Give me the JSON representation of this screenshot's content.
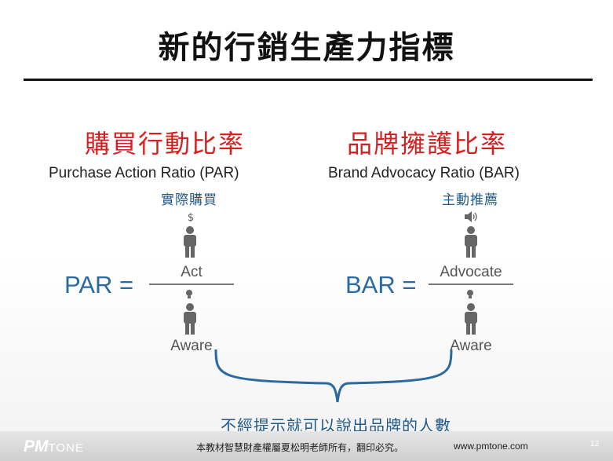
{
  "title": "新的行銷生產力指標",
  "left": {
    "heading": "購買行動比率",
    "subtitle": "Purchase Action Ratio (PAR)",
    "note": "實際購買",
    "numerator_icon": "dollar-icon",
    "lhs": "PAR =",
    "numerator": "Act",
    "denominator": "Aware"
  },
  "right": {
    "heading": "品牌擁護比率",
    "subtitle": "Brand Advocacy Ratio (BAR)",
    "note": "主動推薦",
    "numerator_icon": "speaker-icon",
    "lhs": "BAR =",
    "numerator": "Advocate",
    "denominator": "Aware"
  },
  "caption": "不經提示就可以說出品牌的人數",
  "footer": {
    "logo_pm": "PM",
    "logo_tone": "TONE",
    "copyright": "本教材智慧財產權屬夏松明老師所有，翻印必究。",
    "url": "www.pmtone.com",
    "page": "12"
  },
  "colors": {
    "heading": "#d42020",
    "accent_blue": "#2a6aa0",
    "rule": "#111111"
  }
}
